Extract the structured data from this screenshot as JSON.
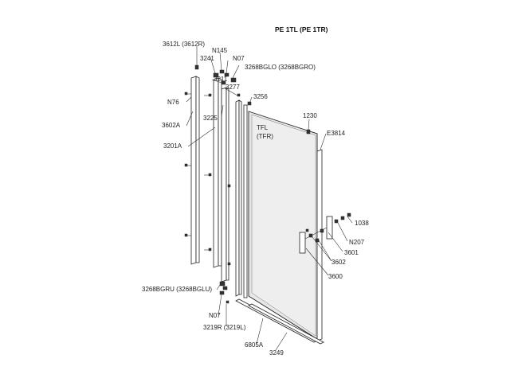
{
  "title": "PE 1TL (PE 1TR)",
  "labels": {
    "p3612": "3612L (3612R)",
    "n145": "N145",
    "p3241": "3241",
    "n07_top": "N07",
    "p3268bgl": "3268BGLO (3268BGRO)",
    "p3211": "3211",
    "p3277": "3277",
    "n76": "N76",
    "p3256": "3256",
    "p3225": "3225",
    "p3602a": "3602A",
    "p3201a": "3201A",
    "p1230": "1230",
    "tfl": "TFL",
    "tfr": "(TFR)",
    "e3814": "E3814",
    "p1038": "1038",
    "n207": "N207",
    "p3601": "3601",
    "p3602": "3602",
    "p3600": "3600",
    "p3268bgru": "3268BGRU (3268BGLU)",
    "n07_bottom": "N07",
    "p3219": "3219R (3219L)",
    "p6805a": "6805A",
    "p3249": "3249"
  }
}
